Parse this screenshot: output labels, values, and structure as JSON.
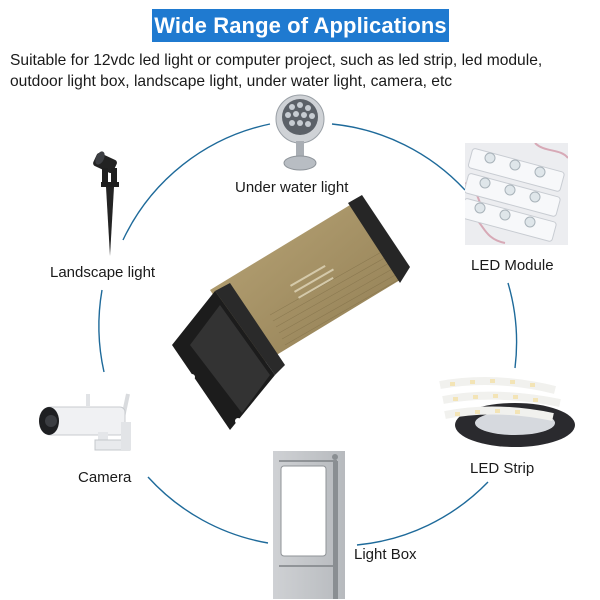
{
  "header": {
    "title": "Wide Range of Applications",
    "description_line1": "Suitable for 12vdc led light or computer project, such as led strip, led module,",
    "description_line2": "outdoor light box, landscape light, under water light, camera, etc"
  },
  "colors": {
    "banner": "#1f7ad0",
    "ring": "#1e6a9a",
    "housing": "#a89466",
    "endcap": "#1e1e1e"
  },
  "center_product": {
    "name": "power-supply",
    "icon": "rainproof-led-power-supply-icon"
  },
  "applications": [
    {
      "label": "Under water light",
      "icon": "underwater-light-icon"
    },
    {
      "label": "LED Module",
      "icon": "led-module-icon"
    },
    {
      "label": "LED Strip",
      "icon": "led-strip-icon"
    },
    {
      "label": "Light Box",
      "icon": "light-box-icon"
    },
    {
      "label": "Camera",
      "icon": "camera-icon"
    },
    {
      "label": "Landscape light",
      "icon": "landscape-light-icon"
    }
  ]
}
